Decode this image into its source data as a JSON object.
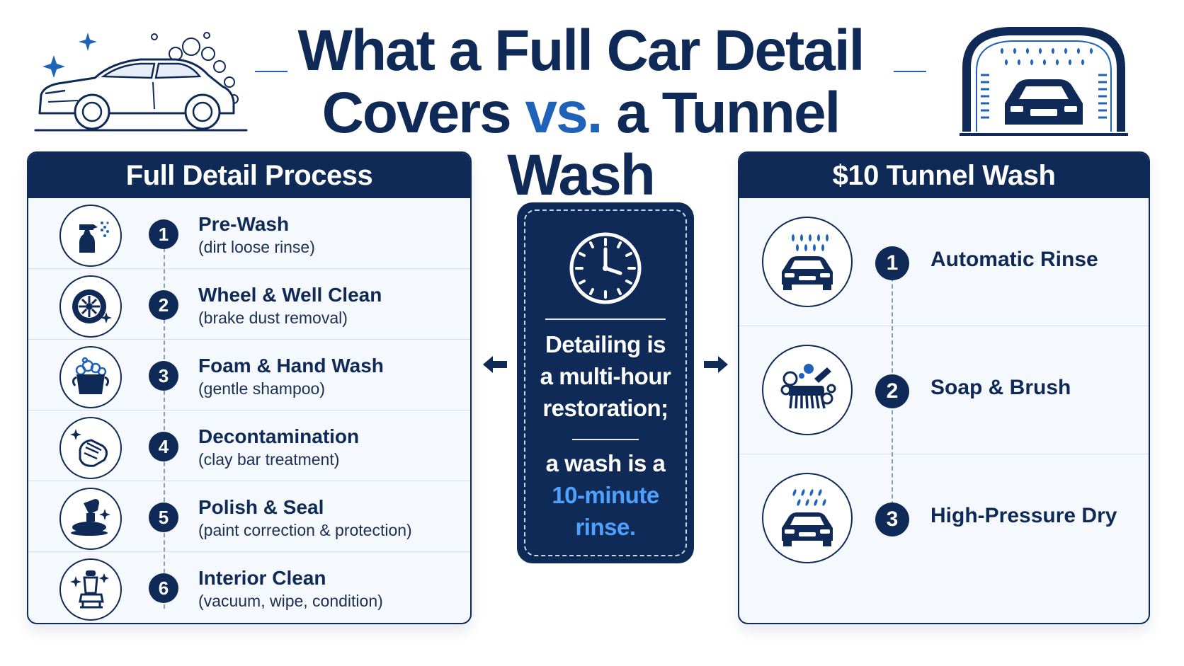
{
  "header": {
    "title_line1": "What a Full Car Detail",
    "title_line2_a": "Covers ",
    "title_line2_vs": "vs.",
    "title_line2_b": " a Tunnel Wash"
  },
  "left_panel": {
    "title": "Full Detail Process",
    "steps": [
      {
        "num": "1",
        "title": "Pre-Wash",
        "sub": "(dirt loose rinse)",
        "icon": "spray-bottle-icon"
      },
      {
        "num": "2",
        "title": "Wheel & Well Clean",
        "sub": "(brake dust removal)",
        "icon": "wheel-icon"
      },
      {
        "num": "3",
        "title": "Foam & Hand Wash",
        "sub": "(gentle shampoo)",
        "icon": "foam-bucket-icon"
      },
      {
        "num": "4",
        "title": "Decontamination",
        "sub": "(clay bar treatment)",
        "icon": "clay-bar-icon"
      },
      {
        "num": "5",
        "title": "Polish & Seal",
        "sub": "(paint correction & protection)",
        "icon": "polisher-icon"
      },
      {
        "num": "6",
        "title": "Interior Clean",
        "sub": "(vacuum, wipe, condition)",
        "icon": "car-seat-icon"
      }
    ]
  },
  "right_panel": {
    "title": "$10 Tunnel Wash",
    "steps": [
      {
        "num": "1",
        "title": "Automatic Rinse",
        "icon": "car-rinse-icon"
      },
      {
        "num": "2",
        "title": "Soap & Brush",
        "icon": "brush-icon"
      },
      {
        "num": "3",
        "title": "High-Pressure Dry",
        "icon": "car-dry-icon"
      }
    ]
  },
  "callout": {
    "line1": "Detailing is",
    "line2": "a multi-hour",
    "line3": "restoration;",
    "line4": "a wash is a",
    "line5": "10-minute",
    "line6": "rinse."
  },
  "colors": {
    "navy": "#0f2a57",
    "accent_blue": "#1e63b8",
    "highlight_blue": "#4ea1ff",
    "panel_bg": "#f5f8fd"
  }
}
